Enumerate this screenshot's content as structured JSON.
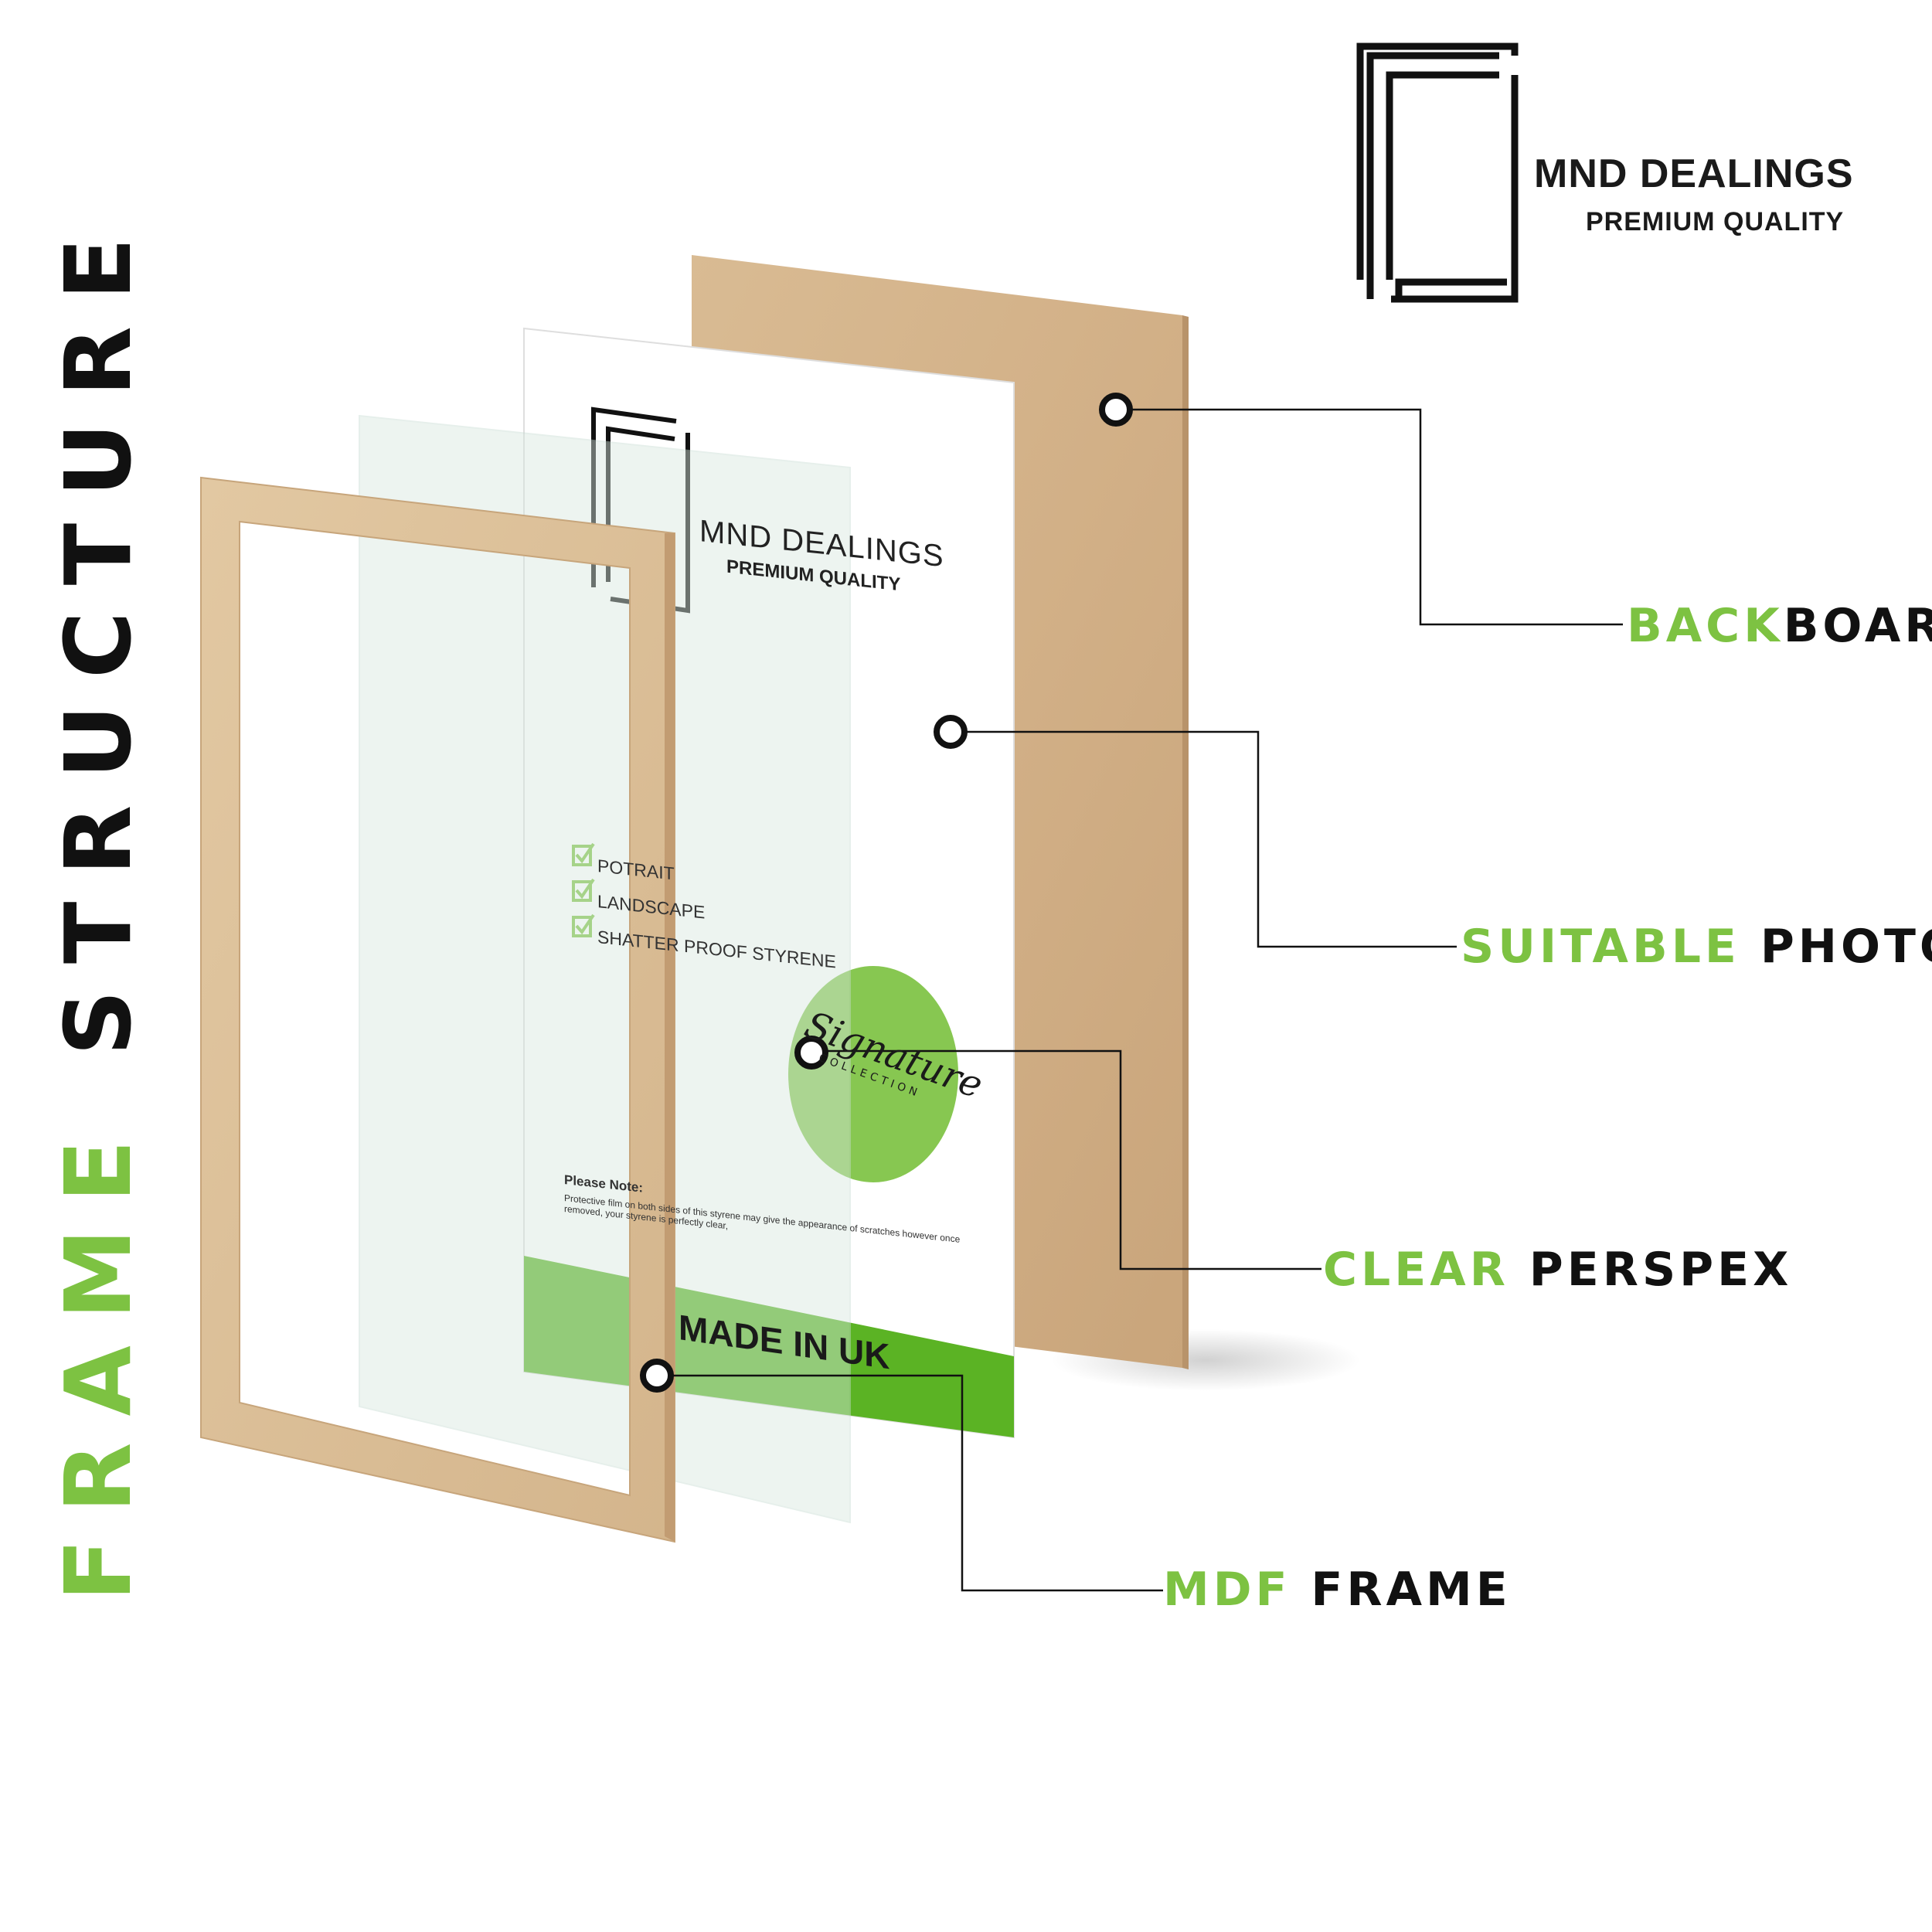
{
  "side_title": {
    "word1": "FRAME",
    "word2": "STRUCTURE"
  },
  "brand": {
    "name": "MND DEALINGS",
    "tagline": "PREMIUM QUALITY",
    "logo_icon": "double-frame-icon"
  },
  "insert": {
    "brand_name": "MND DEALINGS",
    "tagline": "PREMIUM QUALITY",
    "features": [
      "POTRAIT",
      "LANDSCAPE",
      "SHATTER PROOF STYRENE"
    ],
    "note_title": "Please Note:",
    "note_text_1": "Protective film on both sides of this styrene may give the appearance of scratches however once",
    "note_text_2": "removed, your styrene is perfectly clear,",
    "banner": "MADE IN UK",
    "badge_script": "Signature",
    "badge_sub": "COLLECTION"
  },
  "callouts": {
    "backboard": {
      "highlight": "BACK",
      "rest": "BOARD"
    },
    "photo": {
      "highlight": "SUITABLE",
      "rest": "PHOTO"
    },
    "perspex": {
      "highlight": "CLEAR",
      "rest": "PERSPEX"
    },
    "frame": {
      "highlight": "MDF",
      "rest": "FRAME"
    }
  },
  "colors": {
    "accent_green": "#7dc242",
    "board": "#d4b48c",
    "wood": "#dcc19a",
    "text": "#111111"
  }
}
